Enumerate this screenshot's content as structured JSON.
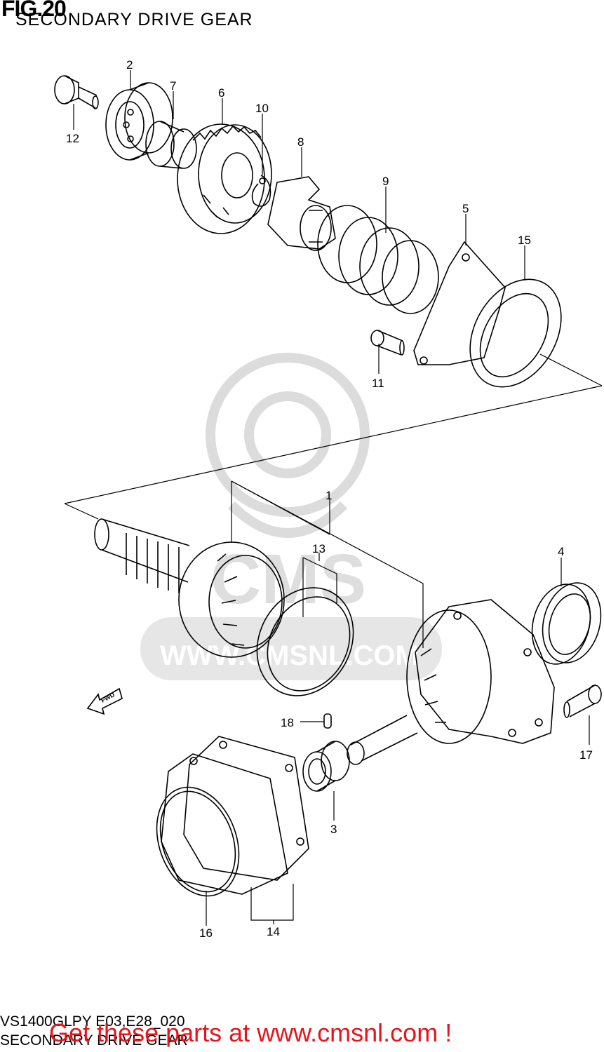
{
  "figure": {
    "title": "FIG.20",
    "subtitle": "SECONDARY DRIVE GEAR"
  },
  "callouts": [
    "1",
    "2",
    "3",
    "4",
    "5",
    "6",
    "7",
    "8",
    "9",
    "10",
    "11",
    "12",
    "13",
    "14",
    "15",
    "16",
    "17",
    "18"
  ],
  "fwd_label": "FWD",
  "footer": {
    "model_code": "VS1400GLPY E03,E28_020",
    "subtitle": "SECONDARY DRIVE GEAR",
    "promo": "Get these parts at www.cmsnl.com !"
  },
  "watermark": {
    "brand": "CMS",
    "url": "WWW.CMSNL.COM"
  },
  "colors": {
    "line": "#000000",
    "promo": "#e8141b",
    "watermark": "#d9d9d9"
  }
}
